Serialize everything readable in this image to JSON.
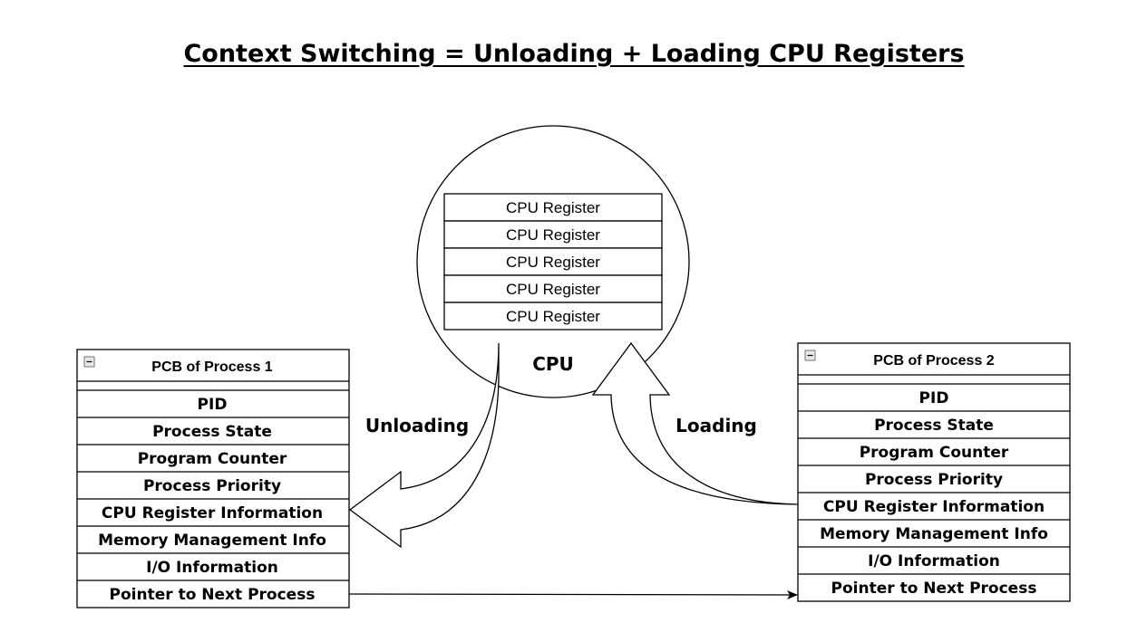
{
  "title": "Context Switching = Unloading + Loading CPU Registers",
  "cpu": {
    "label": "CPU",
    "registers": [
      "CPU Register",
      "CPU Register",
      "CPU Register",
      "CPU Register",
      "CPU Register"
    ]
  },
  "arrows": {
    "unloading": "Unloading",
    "loading": "Loading"
  },
  "pcb1": {
    "header": "PCB of Process 1",
    "rows": [
      "PID",
      "Process State",
      "Program Counter",
      "Process Priority",
      "CPU Register Information",
      "Memory Management Info",
      "I/O Information",
      "Pointer to Next Process"
    ]
  },
  "pcb2": {
    "header": "PCB of Process 2",
    "rows": [
      "PID",
      "Process State",
      "Program Counter",
      "Process Priority",
      "CPU Register Information",
      "Memory Management Info",
      "I/O Information",
      "Pointer to Next Process"
    ]
  }
}
